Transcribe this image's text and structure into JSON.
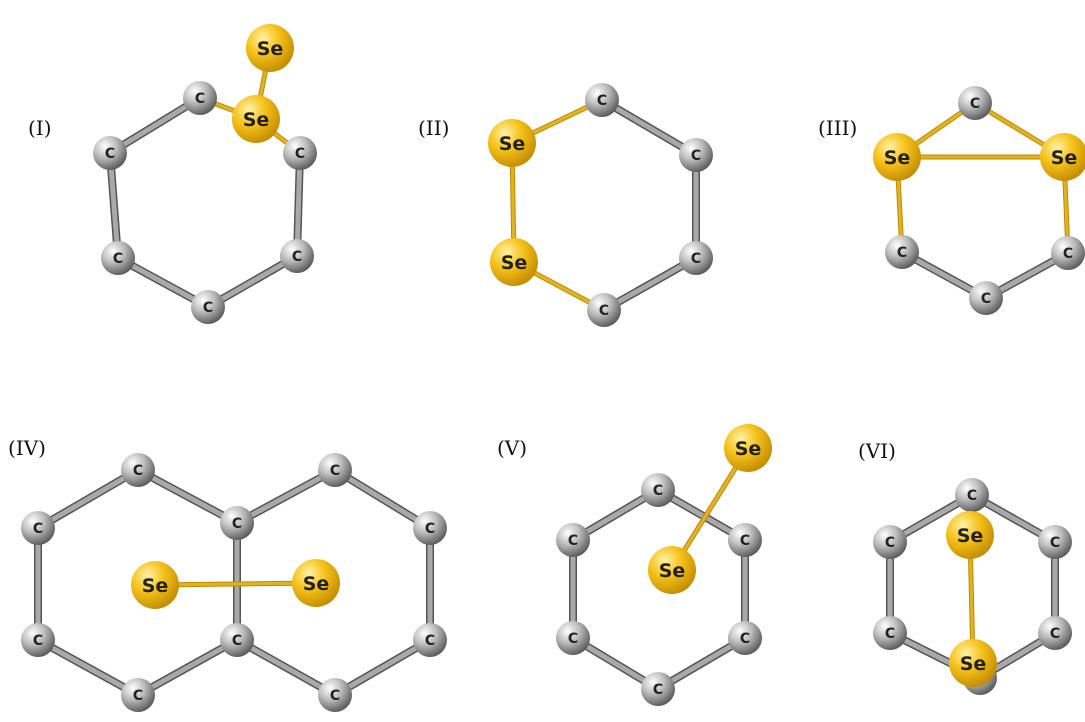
{
  "colors": {
    "carbon": "#bdbdbd",
    "carbon_dark": "#555555",
    "carbon_highlight": "#ffffff",
    "selenium": "#f6c21a",
    "selenium_dark": "#c18a00",
    "selenium_highlight": "#fff2a8",
    "bond_cc": "#a9a9a9",
    "bond_se": "#e2b320",
    "label": "#222222"
  },
  "element_labels": {
    "C": "C",
    "Se": "Se"
  },
  "panels": [
    {
      "id": "I",
      "label": "(I)"
    },
    {
      "id": "II",
      "label": "(II)"
    },
    {
      "id": "III",
      "label": "(III)"
    },
    {
      "id": "IV",
      "label": "(IV)"
    },
    {
      "id": "V",
      "label": "(V)"
    },
    {
      "id": "VI",
      "label": "(VI)"
    }
  ]
}
